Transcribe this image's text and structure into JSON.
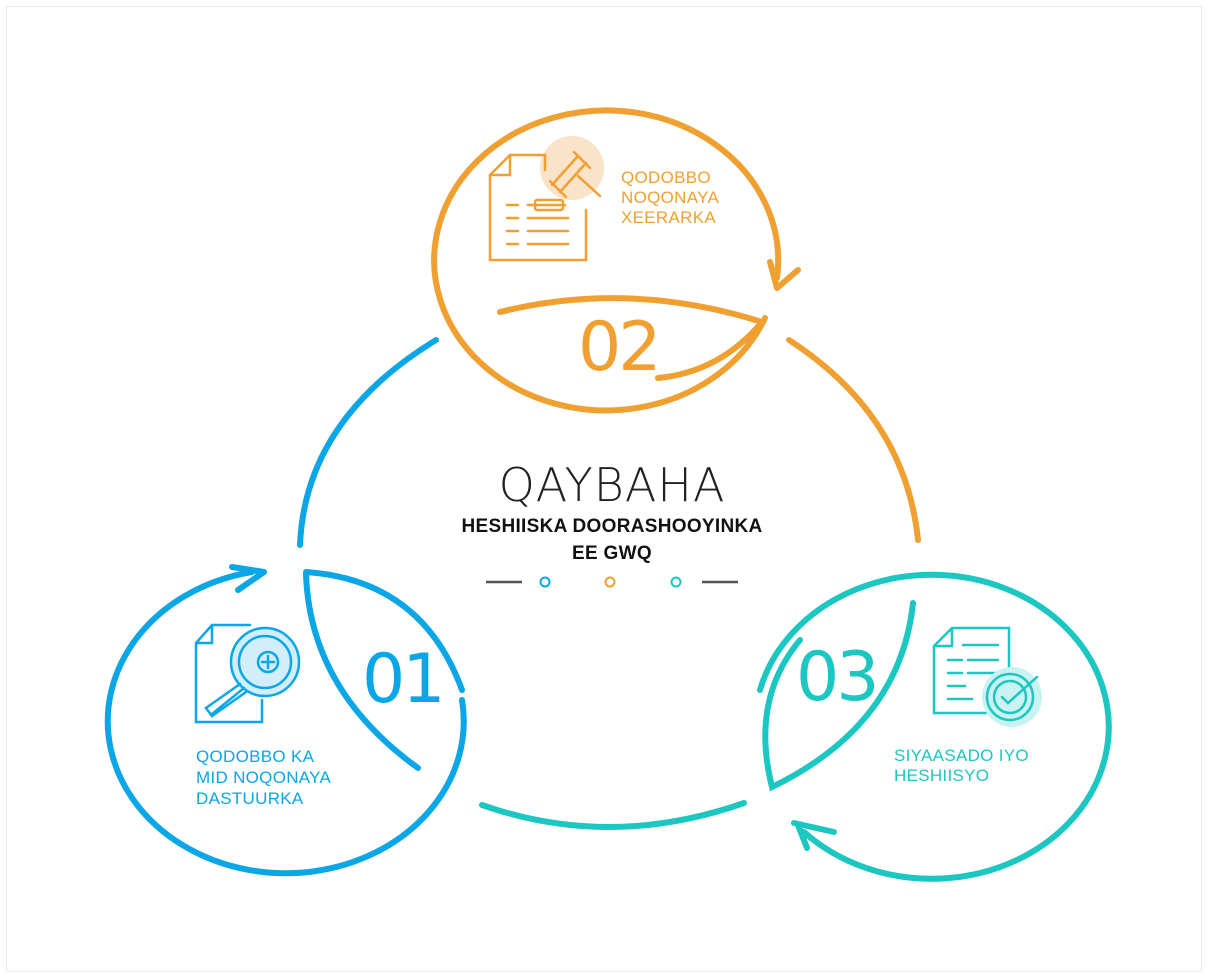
{
  "title": {
    "main": "QAYBAHA",
    "line2": "HESHIISKA DOORASHOOYINKA",
    "line3": "EE GWQ"
  },
  "colors": {
    "blue": "#0aa6e6",
    "orange": "#f0a030",
    "teal": "#1cc6c1",
    "dark": "#222222"
  },
  "steps": [
    {
      "number": "01",
      "icon": "document-search-icon",
      "label_lines": [
        "QODOBBO KA",
        "MID NOQONAYA",
        "DASTUURKA"
      ]
    },
    {
      "number": "02",
      "icon": "document-gavel-icon",
      "label_lines": [
        "QODOBBO",
        "NOQONAYA",
        "XEERARKA"
      ]
    },
    {
      "number": "03",
      "icon": "document-check-icon",
      "label_lines": [
        "SIYAASADO IYO",
        "HESHIISYO"
      ]
    }
  ]
}
